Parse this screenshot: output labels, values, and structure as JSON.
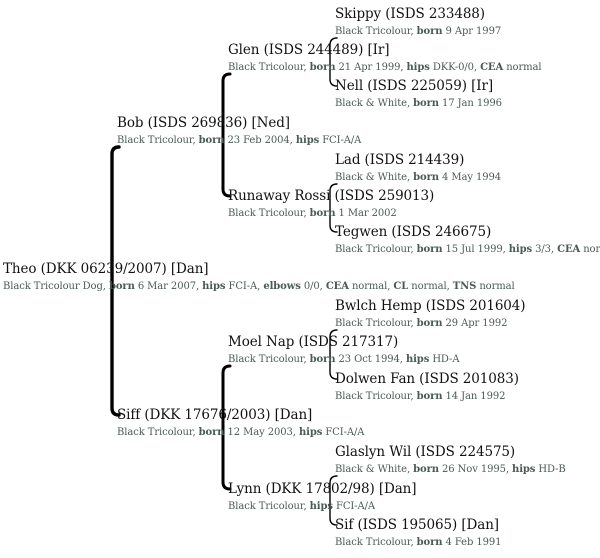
{
  "root": {
    "name": "Theo (DKK 06239/2007) [Dan]",
    "info": [
      {
        "t": "Black Tricolour Dog, "
      },
      {
        "b": "born"
      },
      {
        "t": " 6 Mar 2007, "
      },
      {
        "b": "hips"
      },
      {
        "t": " FCI-A, "
      },
      {
        "b": "elbows"
      },
      {
        "t": " 0/0, "
      },
      {
        "b": "CEA"
      },
      {
        "t": " normal, "
      },
      {
        "b": "CL"
      },
      {
        "t": " normal, "
      },
      {
        "b": "TNS"
      },
      {
        "t": " normal"
      }
    ],
    "sire": {
      "name": "Bob (ISDS 269836) [Ned]",
      "info": [
        {
          "t": "Black Tricolour, "
        },
        {
          "b": "born"
        },
        {
          "t": " 23 Feb 2004, "
        },
        {
          "b": "hips"
        },
        {
          "t": " FCI-A/A"
        }
      ],
      "sire": {
        "name": "Glen (ISDS 244489) [Ir]",
        "info": [
          {
            "t": "Black Tricolour, "
          },
          {
            "b": "born"
          },
          {
            "t": " 21 Apr 1999, "
          },
          {
            "b": "hips"
          },
          {
            "t": " DKK-0/0, "
          },
          {
            "b": "CEA"
          },
          {
            "t": " normal"
          }
        ],
        "sire": {
          "name": "Skippy (ISDS 233488)",
          "info": [
            {
              "t": "Black Tricolour, "
            },
            {
              "b": "born"
            },
            {
              "t": " 9 Apr 1997"
            }
          ]
        },
        "dam": {
          "name": "Nell (ISDS 225059) [Ir]",
          "info": [
            {
              "t": "Black & White, "
            },
            {
              "b": "born"
            },
            {
              "t": " 17 Jan 1996"
            }
          ]
        }
      },
      "dam": {
        "name": "Runaway Rossi (ISDS 259013)",
        "info": [
          {
            "t": "Black Tricolour, "
          },
          {
            "b": "born"
          },
          {
            "t": " 1 Mar 2002"
          }
        ],
        "sire": {
          "name": "Lad (ISDS 214439)",
          "info": [
            {
              "t": "Black & White, "
            },
            {
              "b": "born"
            },
            {
              "t": " 4 May 1994"
            }
          ]
        },
        "dam": {
          "name": "Tegwen (ISDS 246675)",
          "info": [
            {
              "t": "Black Tricolour, "
            },
            {
              "b": "born"
            },
            {
              "t": " 15 Jul 1999, "
            },
            {
              "b": "hips"
            },
            {
              "t": " 3/3, "
            },
            {
              "b": "CEA"
            },
            {
              "t": " normal"
            }
          ]
        }
      }
    },
    "dam": {
      "name": "Siff (DKK 17676/2003) [Dan]",
      "info": [
        {
          "t": "Black Tricolour, "
        },
        {
          "b": "born"
        },
        {
          "t": " 12 May 2003, "
        },
        {
          "b": "hips"
        },
        {
          "t": " FCI-A/A"
        }
      ],
      "sire": {
        "name": "Moel Nap (ISDS 217317)",
        "info": [
          {
            "t": "Black Tricolour, "
          },
          {
            "b": "born"
          },
          {
            "t": " 23 Oct 1994, "
          },
          {
            "b": "hips"
          },
          {
            "t": " HD-A"
          }
        ],
        "sire": {
          "name": "Bwlch Hemp (ISDS 201604)",
          "info": [
            {
              "t": "Black Tricolour, "
            },
            {
              "b": "born"
            },
            {
              "t": " 29 Apr 1992"
            }
          ]
        },
        "dam": {
          "name": "Dolwen Fan (ISDS 201083)",
          "info": [
            {
              "t": "Black Tricolour, "
            },
            {
              "b": "born"
            },
            {
              "t": " 14 Jan 1992"
            }
          ]
        }
      },
      "dam": {
        "name": "Lynn (DKK 17802/98) [Dan]",
        "info": [
          {
            "t": "Black Tricolour, "
          },
          {
            "b": "hips"
          },
          {
            "t": " FCI-A/A"
          }
        ],
        "sire": {
          "name": "Glaslyn Wil (ISDS 224575)",
          "info": [
            {
              "t": "Black & White, "
            },
            {
              "b": "born"
            },
            {
              "t": " 26 Nov 1995, "
            },
            {
              "b": "hips"
            },
            {
              "t": " HD-B"
            }
          ]
        },
        "dam": {
          "name": "Sif (ISDS 195065) [Dan]",
          "info": [
            {
              "t": "Black Tricolour, "
            },
            {
              "b": "born"
            },
            {
              "t": " 4 Feb 1991"
            }
          ]
        }
      }
    }
  }
}
